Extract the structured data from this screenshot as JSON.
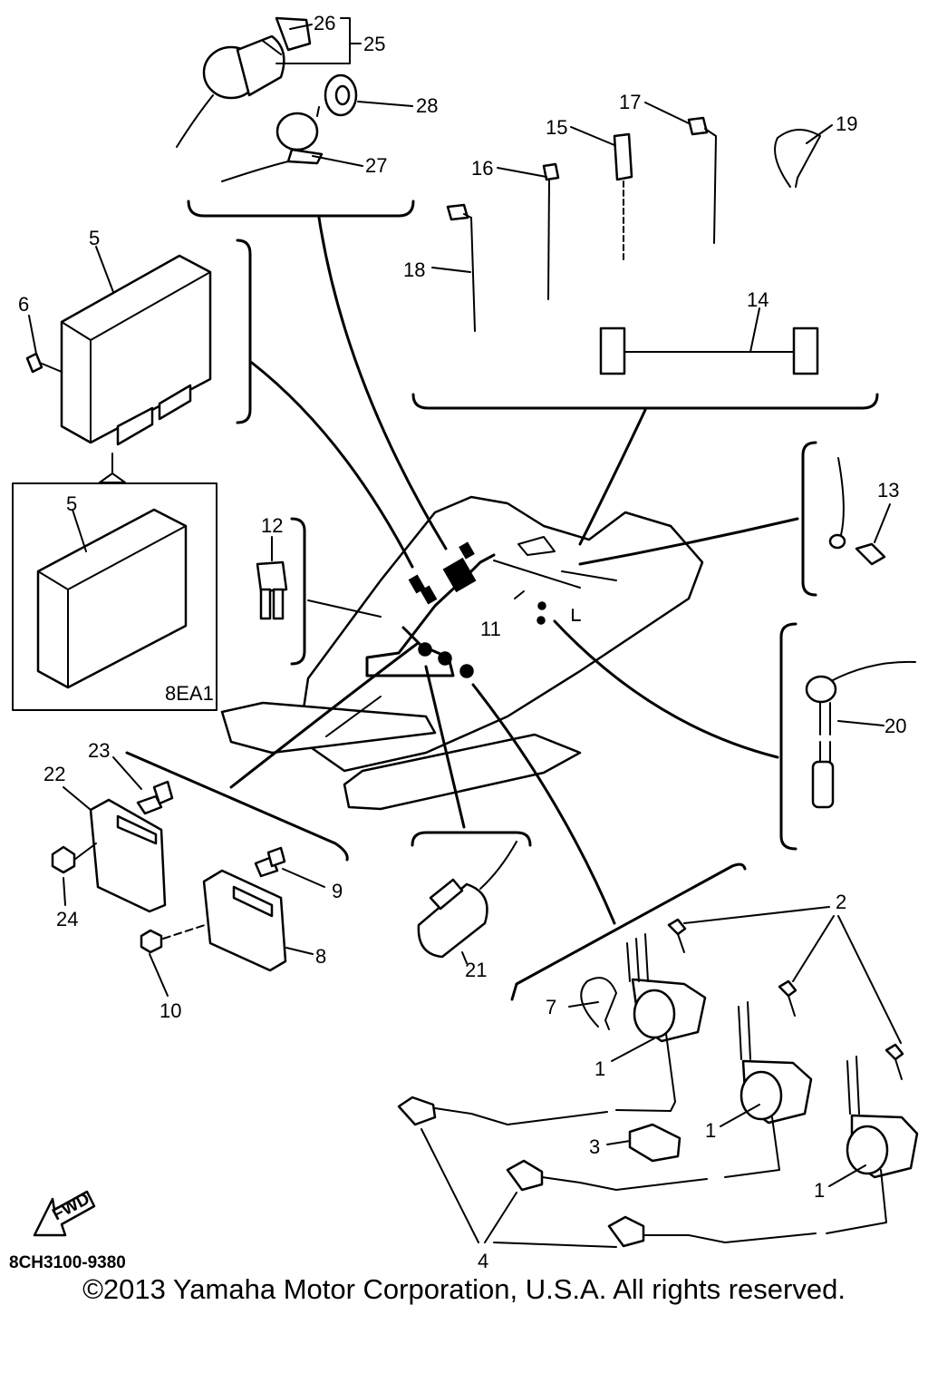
{
  "diagram": {
    "callouts": {
      "p1a": "1",
      "p1b": "1",
      "p1c": "1",
      "p2": "2",
      "p3": "3",
      "p4": "4",
      "p5a": "5",
      "p5b": "5",
      "p6": "6",
      "p7": "7",
      "p8": "8",
      "p9": "9",
      "p10": "10",
      "p11": "11",
      "p12": "12",
      "p13": "13",
      "p14": "14",
      "p15": "15",
      "p16": "16",
      "p17": "17",
      "p18": "18",
      "p19": "19",
      "p20": "20",
      "p21": "21",
      "p22": "22",
      "p23": "23",
      "p24": "24",
      "p25": "25",
      "p26": "26",
      "p27": "27",
      "p28": "28"
    },
    "inset_label": "8EA1",
    "arrow_label": "FWD",
    "drawing_code": "8CH3100-9380"
  },
  "footer": {
    "copyright": "©2013 Yamaha Motor Corporation, U.S.A. All rights reserved."
  }
}
